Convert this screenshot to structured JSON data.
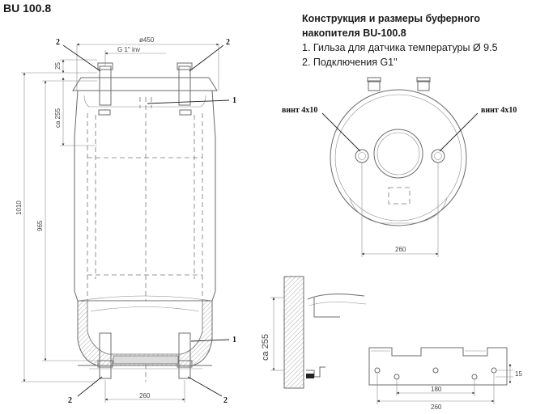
{
  "header": {
    "title": "BU 100.8"
  },
  "description": {
    "heading_line1": "Конструкция и размеры буферного",
    "heading_line2": "накопителя BU-100.8",
    "item1": "1. Гильза для датчика температуры Ø 9.5",
    "item2": "2. Подключения G1\""
  },
  "side_view": {
    "dim_diameter": "ø450",
    "dim_thread": "G 1\" inv",
    "dim_top_offset": "25",
    "dim_sleeve_height": "ca 255",
    "dim_height_total": "1010",
    "dim_height_inner": "965",
    "dim_bottom_spacing": "260",
    "callout_1": "1",
    "callout_2": "2"
  },
  "top_view": {
    "screw_label": "винт 4x10",
    "dim_spacing": "260"
  },
  "detail_view": {
    "dim_height": "ca 255",
    "dim_holes_inner": "180",
    "dim_holes_outer": "260",
    "dim_offset": "15"
  }
}
